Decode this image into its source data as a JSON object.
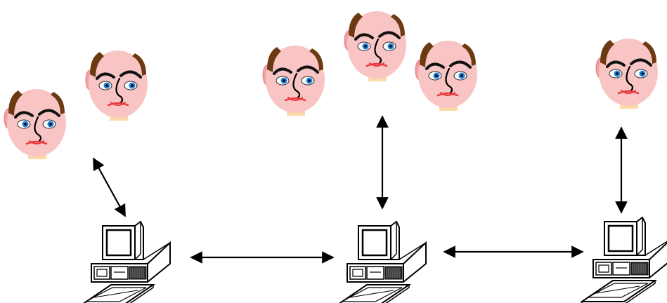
{
  "colors": {
    "skin": "#f9c4c4",
    "neck": "#fcd9a8",
    "hair": "#6b3a12",
    "brow": "#111111",
    "iris": "#1e7fd6",
    "mouth": "#e8383d",
    "line": "#000000"
  },
  "icons": {
    "person": "cartoon-face-icon",
    "computer": "desktop-computer-icon",
    "link": "double-headed-arrow-icon"
  },
  "groups": [
    {
      "people": 2,
      "computers": 1
    },
    {
      "people": 3,
      "computers": 1
    },
    {
      "people": 1,
      "computers": 1
    }
  ]
}
